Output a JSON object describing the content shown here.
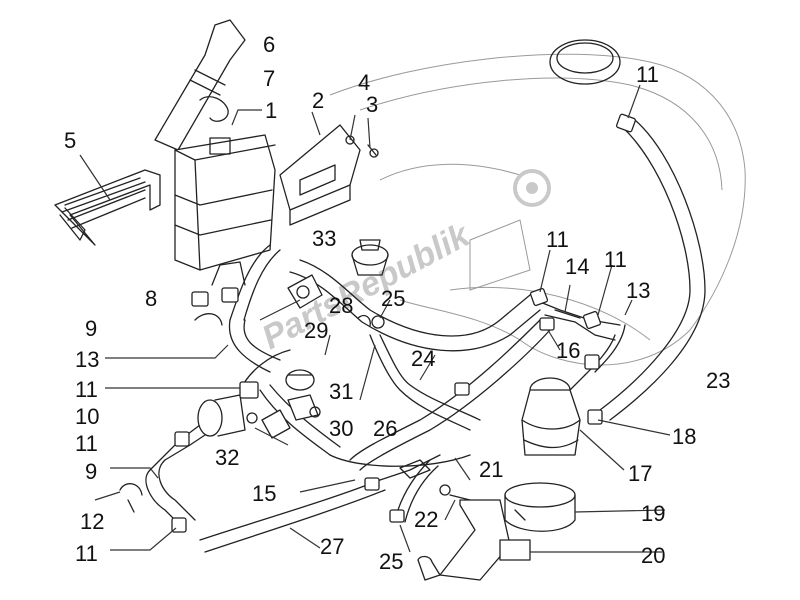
{
  "diagram": {
    "watermark_text": "PartsRepublik",
    "labels": {
      "l1": "1",
      "l2": "2",
      "l3": "3",
      "l4": "4",
      "l5": "5",
      "l6": "6",
      "l7": "7",
      "l8": "8",
      "l9a": "9",
      "l9b": "9",
      "l10": "10",
      "l11a": "11",
      "l11b": "11",
      "l11c": "11",
      "l11d": "11",
      "l11e": "11",
      "l11f": "11",
      "l12": "12",
      "l13a": "13",
      "l13b": "13",
      "l14": "14",
      "l15": "15",
      "l16": "16",
      "l17": "17",
      "l18": "18",
      "l19": "19",
      "l20": "20",
      "l21": "21",
      "l22": "22",
      "l23": "23",
      "l24": "24",
      "l25a": "25",
      "l25b": "25",
      "l26": "26",
      "l27": "27",
      "l28": "28",
      "l29": "29",
      "l30": "30",
      "l31": "31",
      "l32": "32",
      "l33": "33"
    }
  }
}
